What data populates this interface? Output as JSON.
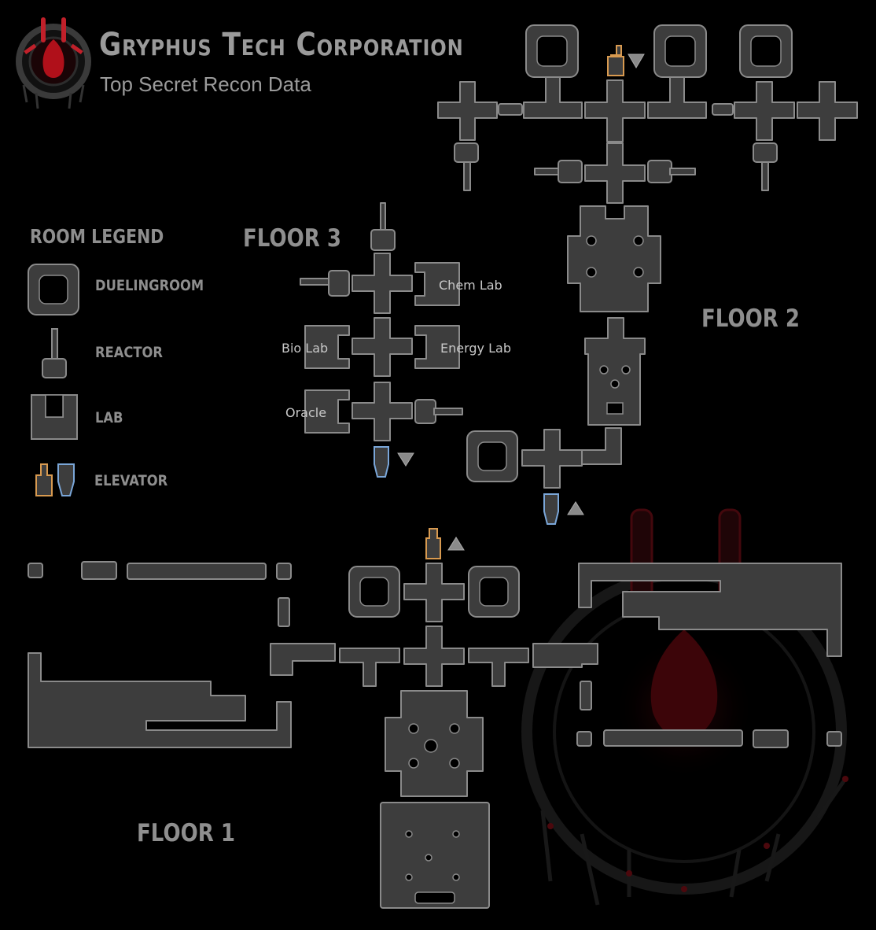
{
  "header": {
    "title": "Gryphus Tech Corporation",
    "subtitle": "Top Secret Recon Data",
    "logo_icon": "gryphus-crest-icon"
  },
  "legend": {
    "title": "ROOM LEGEND",
    "items": [
      {
        "label": "DUELINGROOM",
        "icon": "dueling-room-icon"
      },
      {
        "label": "REACTOR",
        "icon": "reactor-icon"
      },
      {
        "label": "LAB",
        "icon": "lab-icon"
      },
      {
        "label": "ELEVATOR",
        "icon": "elevator-icon"
      }
    ]
  },
  "floors": {
    "floor1": "FLOOR 1",
    "floor2": "FLOOR 2",
    "floor3": "FLOOR 3"
  },
  "rooms": {
    "chem_lab": "Chem Lab",
    "bio_lab": "Bio Lab",
    "energy_lab": "Energy Lab",
    "oracle": "Oracle"
  },
  "colors": {
    "background": "#000000",
    "room_fill": "#3d3d3d",
    "room_stroke": "#8a8a8a",
    "elevator_orange": "#d89a50",
    "elevator_blue": "#7aa6d8",
    "accent_red": "#c0101a"
  }
}
